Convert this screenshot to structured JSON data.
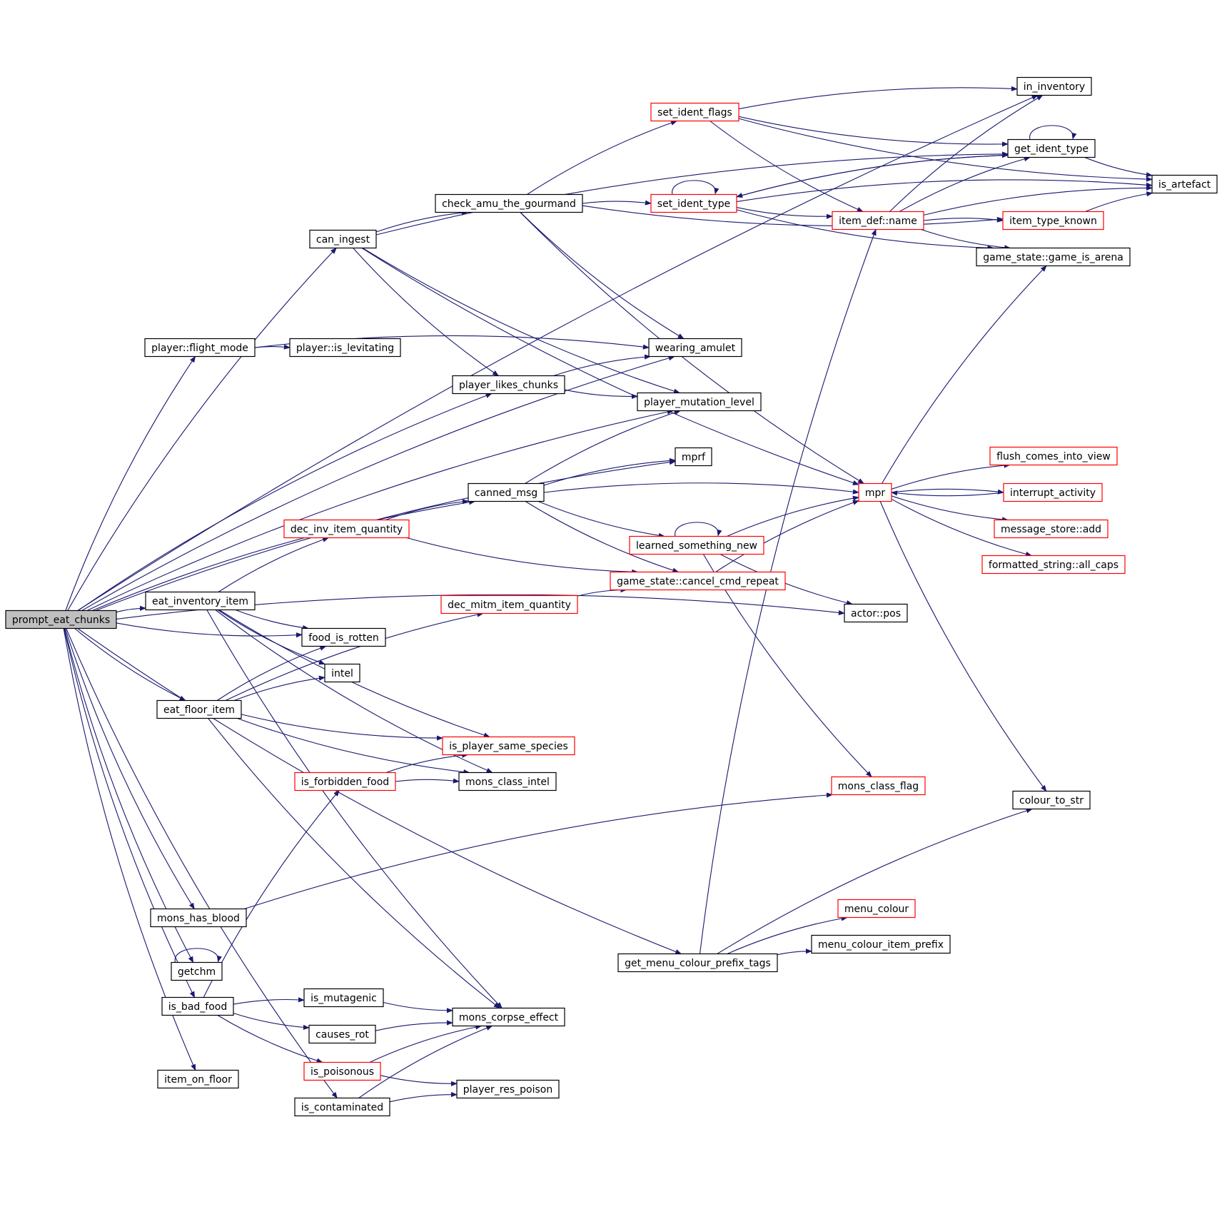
{
  "colors": {
    "edge": "#191970",
    "border_black": "#000000",
    "border_red": "#ff0000",
    "root_fill": "#bfbfbf",
    "node_fill": "#ffffff"
  },
  "nodes": [
    {
      "id": "prompt_eat_chunks",
      "label": "prompt_eat_chunks",
      "border": "black",
      "root": true
    },
    {
      "id": "eat_inventory_item",
      "label": "eat_inventory_item",
      "border": "black"
    },
    {
      "id": "eat_floor_item",
      "label": "eat_floor_item",
      "border": "black"
    },
    {
      "id": "can_ingest",
      "label": "can_ingest",
      "border": "black"
    },
    {
      "id": "player_flight_mode",
      "label": "player::flight_mode",
      "border": "black"
    },
    {
      "id": "player_is_levitating",
      "label": "player::is_levitating",
      "border": "black"
    },
    {
      "id": "check_amu_the_gourmand",
      "label": "check_amu_the_gourmand",
      "border": "black"
    },
    {
      "id": "player_likes_chunks",
      "label": "player_likes_chunks",
      "border": "black"
    },
    {
      "id": "wearing_amulet",
      "label": "wearing_amulet",
      "border": "black"
    },
    {
      "id": "player_mutation_level",
      "label": "player_mutation_level",
      "border": "black"
    },
    {
      "id": "mprf",
      "label": "mprf",
      "border": "black"
    },
    {
      "id": "canned_msg",
      "label": "canned_msg",
      "border": "black"
    },
    {
      "id": "dec_inv_item_quantity",
      "label": "dec_inv_item_quantity",
      "border": "red"
    },
    {
      "id": "dec_mitm_item_quantity",
      "label": "dec_mitm_item_quantity",
      "border": "red"
    },
    {
      "id": "food_is_rotten",
      "label": "food_is_rotten",
      "border": "black"
    },
    {
      "id": "intel",
      "label": "intel",
      "border": "black"
    },
    {
      "id": "is_player_same_species",
      "label": "is_player_same_species",
      "border": "red"
    },
    {
      "id": "is_forbidden_food",
      "label": "is_forbidden_food",
      "border": "red"
    },
    {
      "id": "mons_class_intel",
      "label": "mons_class_intel",
      "border": "black"
    },
    {
      "id": "mons_has_blood",
      "label": "mons_has_blood",
      "border": "black"
    },
    {
      "id": "getchm",
      "label": "getchm",
      "border": "black"
    },
    {
      "id": "is_bad_food",
      "label": "is_bad_food",
      "border": "black"
    },
    {
      "id": "is_mutagenic",
      "label": "is_mutagenic",
      "border": "black"
    },
    {
      "id": "causes_rot",
      "label": "causes_rot",
      "border": "black"
    },
    {
      "id": "is_poisonous",
      "label": "is_poisonous",
      "border": "red"
    },
    {
      "id": "mons_corpse_effect",
      "label": "mons_corpse_effect",
      "border": "black"
    },
    {
      "id": "player_res_poison",
      "label": "player_res_poison",
      "border": "black"
    },
    {
      "id": "item_on_floor",
      "label": "item_on_floor",
      "border": "black"
    },
    {
      "id": "is_contaminated",
      "label": "is_contaminated",
      "border": "black"
    },
    {
      "id": "set_ident_flags",
      "label": "set_ident_flags",
      "border": "red"
    },
    {
      "id": "set_ident_type",
      "label": "set_ident_type",
      "border": "red"
    },
    {
      "id": "learned_something_new",
      "label": "learned_something_new",
      "border": "red"
    },
    {
      "id": "game_state_cancel_cmd_repeat",
      "label": "game_state::cancel_cmd_repeat",
      "border": "red"
    },
    {
      "id": "in_inventory",
      "label": "in_inventory",
      "border": "black"
    },
    {
      "id": "get_ident_type",
      "label": "get_ident_type",
      "border": "black"
    },
    {
      "id": "is_artefact",
      "label": "is_artefact",
      "border": "black"
    },
    {
      "id": "item_def_name",
      "label": "item_def::name",
      "border": "red"
    },
    {
      "id": "item_type_known",
      "label": "item_type_known",
      "border": "red"
    },
    {
      "id": "game_state_game_is_arena",
      "label": "game_state::game_is_arena",
      "border": "black"
    },
    {
      "id": "mpr",
      "label": "mpr",
      "border": "red"
    },
    {
      "id": "flush_comes_into_view",
      "label": "flush_comes_into_view",
      "border": "red"
    },
    {
      "id": "interrupt_activity",
      "label": "interrupt_activity",
      "border": "red"
    },
    {
      "id": "message_store_add",
      "label": "message_store::add",
      "border": "red"
    },
    {
      "id": "formatted_string_all_caps",
      "label": "formatted_string::all_caps",
      "border": "red"
    },
    {
      "id": "actor_pos",
      "label": "actor::pos",
      "border": "black"
    },
    {
      "id": "mons_class_flag",
      "label": "mons_class_flag",
      "border": "red"
    },
    {
      "id": "colour_to_str",
      "label": "colour_to_str",
      "border": "black"
    },
    {
      "id": "menu_colour",
      "label": "menu_colour",
      "border": "red"
    },
    {
      "id": "menu_colour_item_prefix",
      "label": "menu_colour_item_prefix",
      "border": "black"
    },
    {
      "id": "get_menu_colour_prefix_tags",
      "label": "get_menu_colour_prefix_tags",
      "border": "black"
    }
  ],
  "edges": [
    [
      "prompt_eat_chunks",
      "in_inventory"
    ],
    [
      "prompt_eat_chunks",
      "can_ingest"
    ],
    [
      "prompt_eat_chunks",
      "player_flight_mode"
    ],
    [
      "prompt_eat_chunks",
      "wearing_amulet"
    ],
    [
      "prompt_eat_chunks",
      "player_likes_chunks"
    ],
    [
      "prompt_eat_chunks",
      "player_mutation_level"
    ],
    [
      "prompt_eat_chunks",
      "mprf"
    ],
    [
      "prompt_eat_chunks",
      "canned_msg"
    ],
    [
      "prompt_eat_chunks",
      "eat_inventory_item"
    ],
    [
      "prompt_eat_chunks",
      "food_is_rotten"
    ],
    [
      "prompt_eat_chunks",
      "eat_floor_item"
    ],
    [
      "prompt_eat_chunks",
      "actor_pos"
    ],
    [
      "prompt_eat_chunks",
      "mons_has_blood"
    ],
    [
      "prompt_eat_chunks",
      "getchm"
    ],
    [
      "prompt_eat_chunks",
      "is_bad_food"
    ],
    [
      "prompt_eat_chunks",
      "item_on_floor"
    ],
    [
      "prompt_eat_chunks",
      "is_contaminated"
    ],
    [
      "prompt_eat_chunks",
      "get_menu_colour_prefix_tags"
    ],
    [
      "can_ingest",
      "check_amu_the_gourmand"
    ],
    [
      "can_ingest",
      "get_ident_type"
    ],
    [
      "can_ingest",
      "player_likes_chunks"
    ],
    [
      "can_ingest",
      "player_mutation_level"
    ],
    [
      "can_ingest",
      "mpr"
    ],
    [
      "player_flight_mode",
      "player_is_levitating"
    ],
    [
      "player_flight_mode",
      "wearing_amulet"
    ],
    [
      "check_amu_the_gourmand",
      "set_ident_type"
    ],
    [
      "check_amu_the_gourmand",
      "set_ident_flags"
    ],
    [
      "check_amu_the_gourmand",
      "wearing_amulet"
    ],
    [
      "check_amu_the_gourmand",
      "item_type_known"
    ],
    [
      "check_amu_the_gourmand",
      "mpr"
    ],
    [
      "player_likes_chunks",
      "wearing_amulet"
    ],
    [
      "player_likes_chunks",
      "player_mutation_level"
    ],
    [
      "canned_msg",
      "mprf"
    ],
    [
      "canned_msg",
      "player_mutation_level"
    ],
    [
      "canned_msg",
      "mpr"
    ],
    [
      "canned_msg",
      "learned_something_new"
    ],
    [
      "canned_msg",
      "game_state_cancel_cmd_repeat"
    ],
    [
      "dec_inv_item_quantity",
      "canned_msg"
    ],
    [
      "dec_inv_item_quantity",
      "game_state_cancel_cmd_repeat"
    ],
    [
      "dec_mitm_item_quantity",
      "game_state_cancel_cmd_repeat"
    ],
    [
      "eat_inventory_item",
      "dec_inv_item_quantity"
    ],
    [
      "eat_inventory_item",
      "food_is_rotten"
    ],
    [
      "eat_inventory_item",
      "intel"
    ],
    [
      "eat_inventory_item",
      "is_player_same_species"
    ],
    [
      "eat_inventory_item",
      "mons_class_intel"
    ],
    [
      "eat_inventory_item",
      "mons_corpse_effect"
    ],
    [
      "eat_floor_item",
      "food_is_rotten"
    ],
    [
      "eat_floor_item",
      "intel"
    ],
    [
      "eat_floor_item",
      "dec_mitm_item_quantity"
    ],
    [
      "eat_floor_item",
      "is_player_same_species"
    ],
    [
      "eat_floor_item",
      "mons_class_intel"
    ],
    [
      "eat_floor_item",
      "mons_corpse_effect"
    ],
    [
      "is_forbidden_food",
      "is_player_same_species"
    ],
    [
      "is_forbidden_food",
      "mons_class_intel"
    ],
    [
      "mons_has_blood",
      "mons_class_flag"
    ],
    [
      "getchm",
      "getchm"
    ],
    [
      "is_bad_food",
      "is_forbidden_food"
    ],
    [
      "is_bad_food",
      "is_mutagenic"
    ],
    [
      "is_bad_food",
      "causes_rot"
    ],
    [
      "is_bad_food",
      "is_poisonous"
    ],
    [
      "is_mutagenic",
      "mons_corpse_effect"
    ],
    [
      "causes_rot",
      "mons_corpse_effect"
    ],
    [
      "is_poisonous",
      "mons_corpse_effect"
    ],
    [
      "is_poisonous",
      "player_res_poison"
    ],
    [
      "is_contaminated",
      "mons_corpse_effect"
    ],
    [
      "is_contaminated",
      "player_res_poison"
    ],
    [
      "set_ident_flags",
      "in_inventory"
    ],
    [
      "set_ident_flags",
      "get_ident_type"
    ],
    [
      "set_ident_flags",
      "item_def_name"
    ],
    [
      "set_ident_flags",
      "is_artefact"
    ],
    [
      "set_ident_type",
      "set_ident_type"
    ],
    [
      "set_ident_type",
      "get_ident_type"
    ],
    [
      "set_ident_type",
      "item_def_name"
    ],
    [
      "set_ident_type",
      "game_state_game_is_arena"
    ],
    [
      "set_ident_type",
      "is_artefact"
    ],
    [
      "get_ident_type",
      "get_ident_type"
    ],
    [
      "get_ident_type",
      "is_artefact"
    ],
    [
      "get_ident_type",
      "set_ident_type"
    ],
    [
      "item_def_name",
      "in_inventory"
    ],
    [
      "item_def_name",
      "get_ident_type"
    ],
    [
      "item_def_name",
      "is_artefact"
    ],
    [
      "item_def_name",
      "item_type_known"
    ],
    [
      "item_def_name",
      "game_state_game_is_arena"
    ],
    [
      "item_type_known",
      "is_artefact"
    ],
    [
      "learned_something_new",
      "learned_something_new"
    ],
    [
      "learned_something_new",
      "mpr"
    ],
    [
      "learned_something_new",
      "actor_pos"
    ],
    [
      "learned_something_new",
      "mons_class_flag"
    ],
    [
      "game_state_cancel_cmd_repeat",
      "mpr"
    ],
    [
      "mpr",
      "flush_comes_into_view"
    ],
    [
      "mpr",
      "interrupt_activity"
    ],
    [
      "mpr",
      "message_store_add"
    ],
    [
      "mpr",
      "formatted_string_all_caps"
    ],
    [
      "mpr",
      "game_state_game_is_arena"
    ],
    [
      "mpr",
      "colour_to_str"
    ],
    [
      "interrupt_activity",
      "mpr"
    ],
    [
      "get_menu_colour_prefix_tags",
      "item_def_name"
    ],
    [
      "get_menu_colour_prefix_tags",
      "menu_colour"
    ],
    [
      "get_menu_colour_prefix_tags",
      "menu_colour_item_prefix"
    ],
    [
      "get_menu_colour_prefix_tags",
      "colour_to_str"
    ]
  ]
}
